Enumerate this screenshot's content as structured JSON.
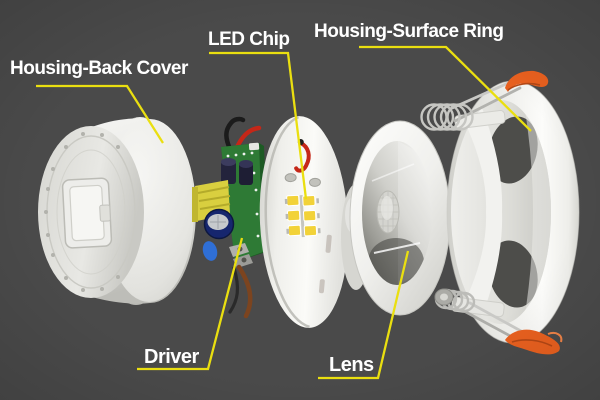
{
  "diagram": {
    "kind": "exploded-parts-annotation",
    "parts": [
      {
        "id": "housing-back-cover",
        "label": "Housing-Back Cover"
      },
      {
        "id": "driver",
        "label": "Driver"
      },
      {
        "id": "led-chip",
        "label": "LED Chip"
      },
      {
        "id": "lens",
        "label": "Lens"
      },
      {
        "id": "housing-surface-ring",
        "label": "Housing-Surface Ring"
      }
    ]
  },
  "colors": {
    "background": "#4a4a4a",
    "label_text": "#ffffff",
    "leader_line": "#eadf10",
    "clip_orange": "#e8601f",
    "pcb_green": "#2e7a35",
    "led_yellow": "#f2d238",
    "wire_red": "#c52718",
    "part_white": "#efefec"
  }
}
